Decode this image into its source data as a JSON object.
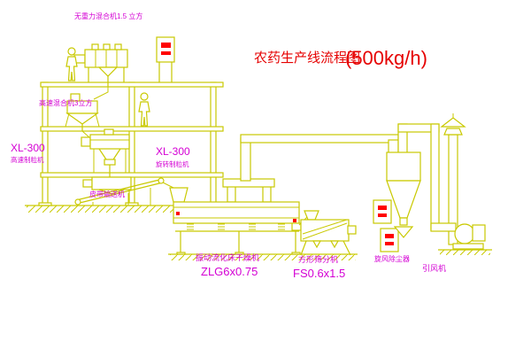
{
  "title": {
    "text": "农药生产线流程图",
    "capacity": "(500kg/h)"
  },
  "labels": {
    "mixer_top": "无重力混合机1.5 立方",
    "mixer_second": "高速混合机3立方",
    "granulator_left_model": "XL-300",
    "granulator_left_name": "高速制粒机",
    "granulator_right_model": "XL-300",
    "granulator_right_name": "旋转制粒机",
    "belt_conveyor": "皮带输送机",
    "dryer_name": "振动流化床干燥机",
    "dryer_model": "ZLG6x0.75",
    "sieve_name": "方形筛分机",
    "sieve_model": "FS0.6x1.5",
    "cyclone": "旋风除尘器",
    "fan": "引风机"
  },
  "colors": {
    "line": "#c9c900",
    "label": "#d400d4",
    "title": "#e60000",
    "marker": "#ff0000",
    "background": "#ffffff"
  }
}
